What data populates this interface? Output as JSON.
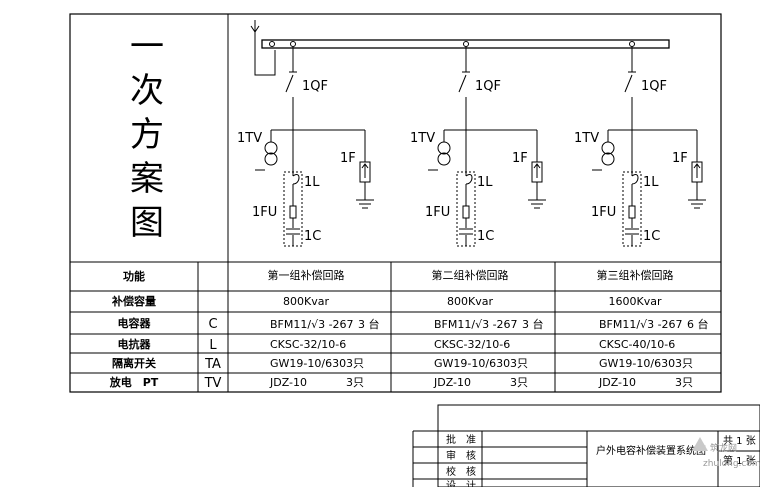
{
  "title_chars": [
    "一",
    "次",
    "方",
    "案",
    "图"
  ],
  "columns": [
    {
      "header": "第一组补偿回路",
      "capacity": "800Kvar",
      "capacitor": "BFM11/√3 -267",
      "capacitor_qty": "3 台",
      "reactor": "CKSC-32/10-6",
      "switch": "GW19-10/630",
      "switch_qty": "3只",
      "pt": "JDZ-10",
      "pt_qty": "3只"
    },
    {
      "header": "第二组补偿回路",
      "capacity": "800Kvar",
      "capacitor": "BFM11/√3 -267",
      "capacitor_qty": "3 台",
      "reactor": "CKSC-32/10-6",
      "switch": "GW19-10/630",
      "switch_qty": "3只",
      "pt": "JDZ-10",
      "pt_qty": "3只"
    },
    {
      "header": "第三组补偿回路",
      "capacity": "1600Kvar",
      "capacitor": "BFM11/√3 -267",
      "capacitor_qty": "6 台",
      "reactor": "CKSC-40/10-6",
      "switch": "GW19-10/630",
      "switch_qty": "3只",
      "pt": "JDZ-10",
      "pt_qty": "3只"
    }
  ],
  "row_labels": [
    "功能",
    "补偿容量",
    "电容器",
    "电抗器",
    "隔离开关",
    "放电　PT"
  ],
  "row_symbols": [
    "",
    "",
    "C",
    "L",
    "TA",
    "TV"
  ],
  "circuit_labels": {
    "breaker": "1QF",
    "pt": "1TV",
    "arrester": "1F",
    "reactor": "1L",
    "fuse": "1FU",
    "capacitor": "1C"
  },
  "title_block": {
    "approve": "批　准",
    "review": "审　核",
    "check": "校　核",
    "design": "设　计",
    "drawing_name": "户外电容补偿装置系统图",
    "sheet_total": "共 1 张",
    "sheet_no": "第 1 张"
  },
  "watermark": {
    "site": "zhulong.com",
    "logo_text": "筑龙网"
  }
}
